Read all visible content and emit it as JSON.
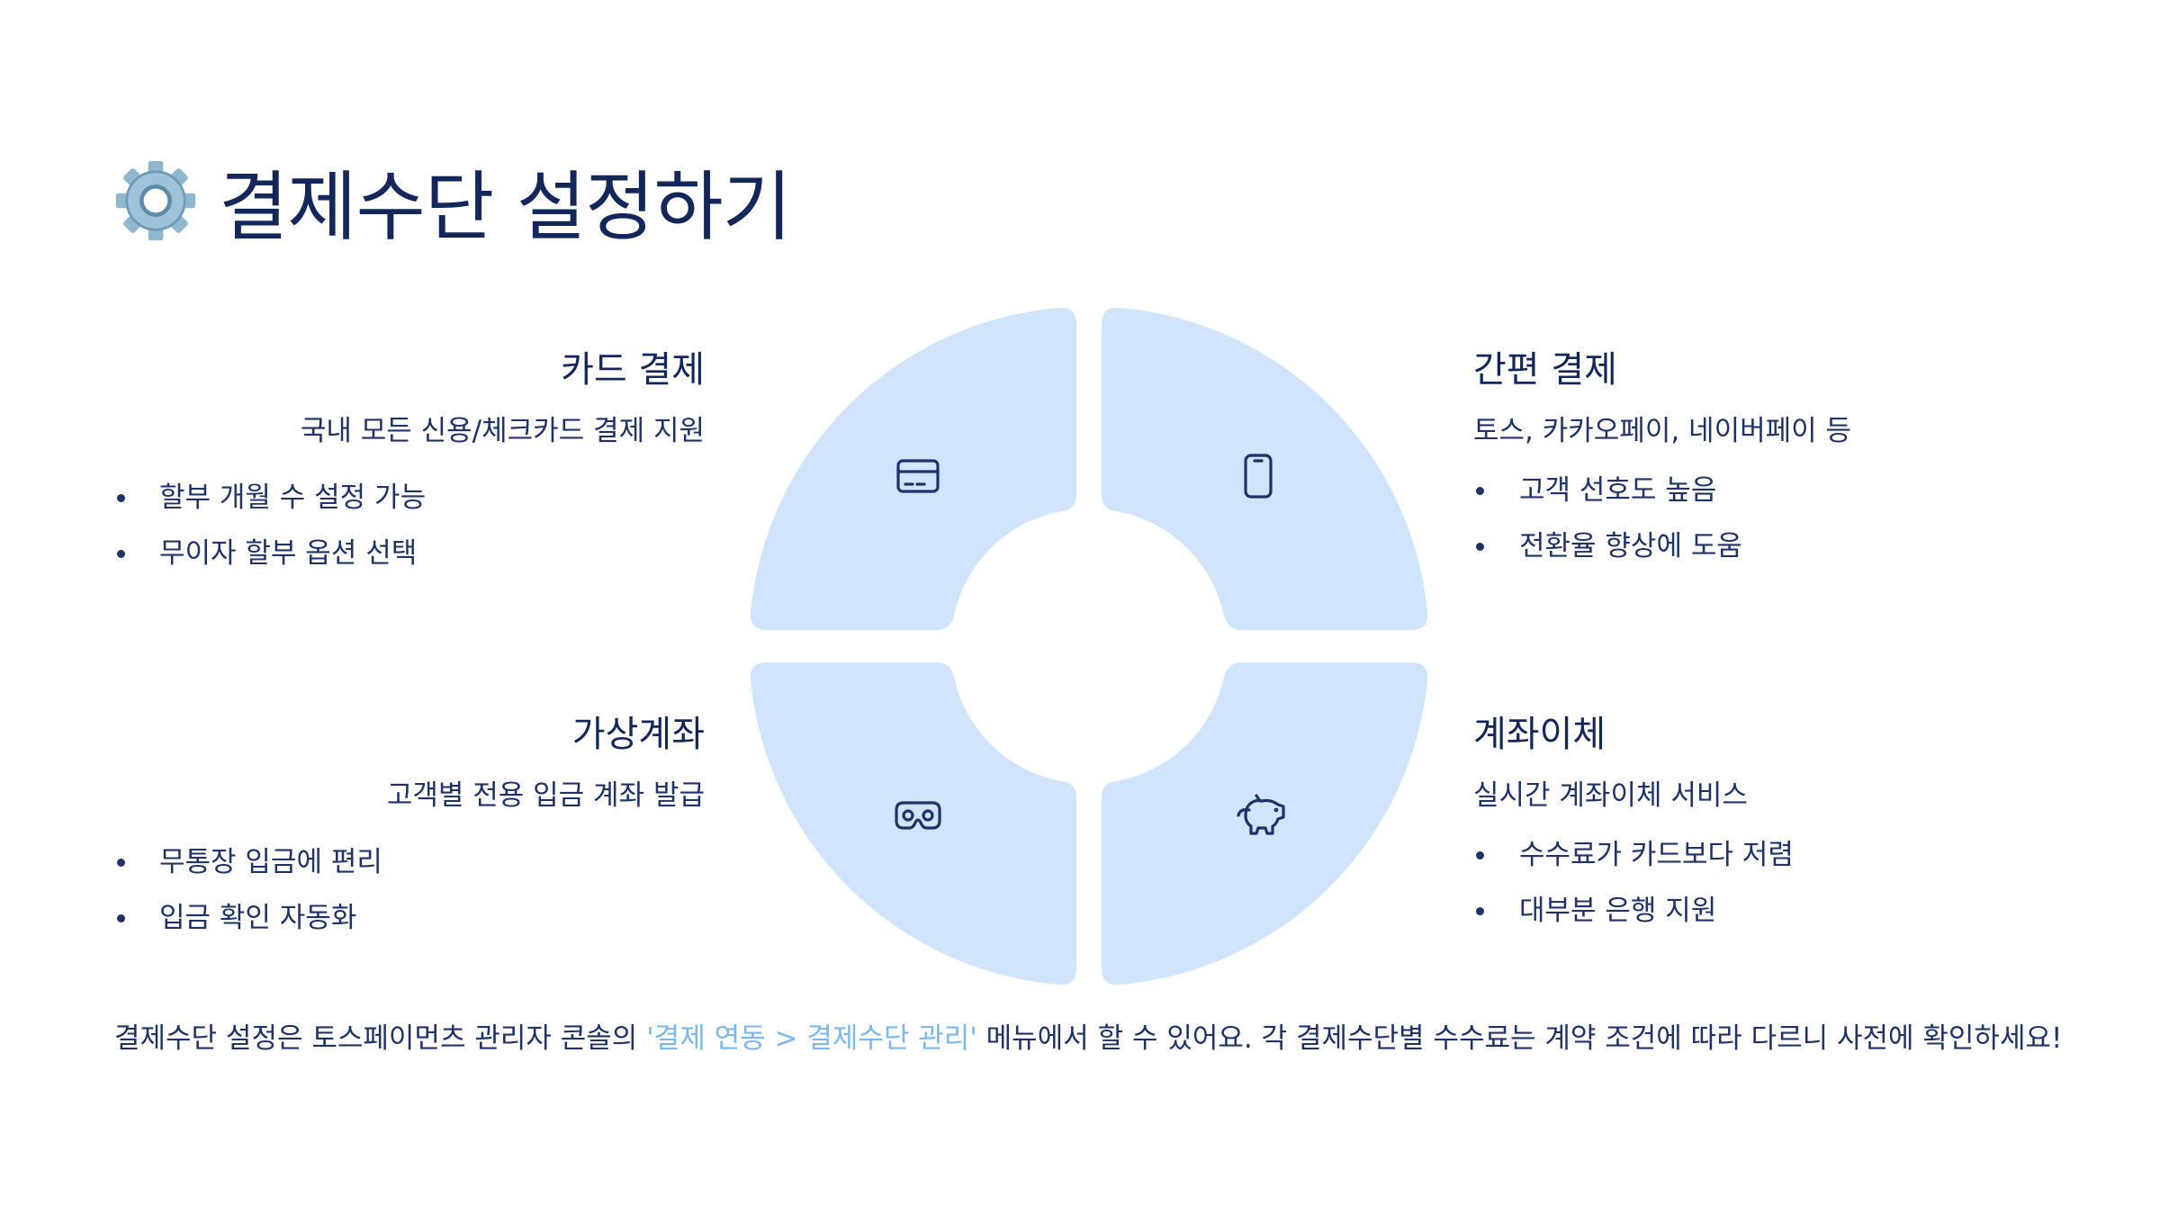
{
  "title": {
    "icon": "gear-icon",
    "text": "결제수단 설정하기"
  },
  "colors": {
    "accent": "#7cb7ee",
    "segment_fill": "#d0e4fb",
    "text": "#14275a"
  },
  "segments": [
    {
      "id": "card",
      "icon": "credit-card-icon",
      "title": "카드 결제",
      "desc": "국내 모든 신용/체크카드 결제 지원",
      "bullets": [
        "할부 개월 수 설정 가능",
        "무이자 할부 옵션 선택"
      ]
    },
    {
      "id": "simple",
      "icon": "smartphone-icon",
      "title": "간편 결제",
      "desc": "토스, 카카오페이, 네이버페이 등",
      "bullets": [
        "고객 선호도 높음",
        "전환율 향상에 도움"
      ]
    },
    {
      "id": "virtual",
      "icon": "vr-headset-icon",
      "title": "가상계좌",
      "desc": "고객별 전용 입금 계좌 발급",
      "bullets": [
        "무통장 입금에 편리",
        "입금 확인 자동화"
      ]
    },
    {
      "id": "transfer",
      "icon": "piggy-bank-icon",
      "title": "계좌이체",
      "desc": "실시간 계좌이체 서비스",
      "bullets": [
        "수수료가 카드보다 저렴",
        "대부분 은행 지원"
      ]
    }
  ],
  "footer": {
    "before": "결제수단 설정은 토스페이먼츠 관리자 콘솔의 ",
    "highlight": "'결제 연동 > 결제수단 관리'",
    "after": " 메뉴에서 할 수 있어요. 각 결제수단별 수수료는 계약 조건에 따라 다르니 사전에 확인하세요!"
  }
}
